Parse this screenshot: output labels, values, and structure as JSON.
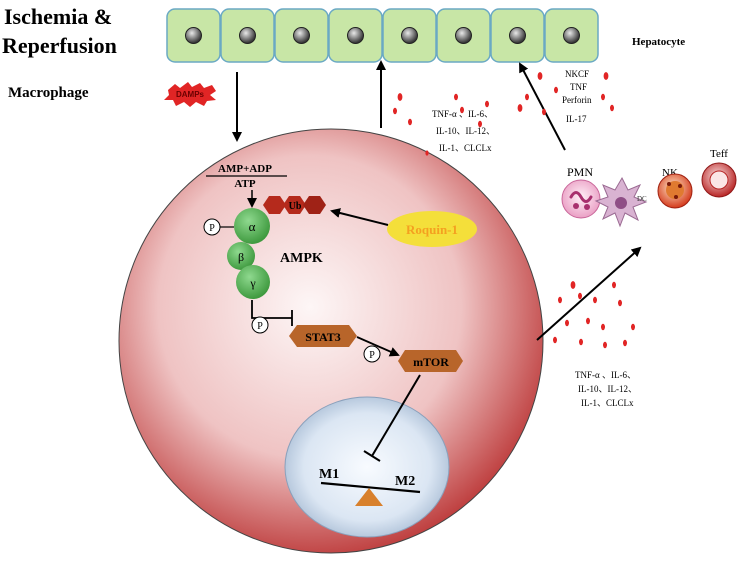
{
  "labels": {
    "title_line1": "Ischemia &",
    "title_line2": "Reperfusion",
    "macrophage": "Macrophage",
    "damps": "DAMPs",
    "hepatocyte": "Hepatocyte",
    "amp_adp": "AMP+ADP",
    "atp": "ATP",
    "alpha": "α",
    "beta": "β",
    "gamma": "γ",
    "ub": "Ub",
    "ampk": "AMPK",
    "roquin": "Roquin-1",
    "phospho": "P",
    "stat3": "STAT3",
    "mtor": "mTOR",
    "m1": "M1",
    "m2": "M2",
    "pmn": "PMN",
    "dc": "DC",
    "nk": "NK",
    "teff": "Teff"
  },
  "cytokines_top": [
    "TNF-α 、IL-6、",
    "IL-10、IL-12、",
    "IL-1、CLCLx"
  ],
  "cytokines_bottom": [
    "TNF-α 、IL-6、",
    "IL-10、IL-12、",
    "IL-1、CLCLx"
  ],
  "effector_factors": [
    "NKCF",
    "TNF",
    "Perforin"
  ],
  "il17": "IL-17",
  "colors": {
    "hepatocyte_fill": "#c8e6a6",
    "hepatocyte_stroke": "#6aa9c4",
    "macrophage_edge": "#b32020",
    "macrophage_center": "#fbeeee",
    "ampk_green": "#5cb85c",
    "kinase_brown": "#b8652a",
    "ub_red": "#b52a1c",
    "roquin_yellow": "#f4df3a",
    "roquin_text": "#f4a020",
    "damp_red": "#e12525",
    "balance_orange": "#d8802c"
  }
}
